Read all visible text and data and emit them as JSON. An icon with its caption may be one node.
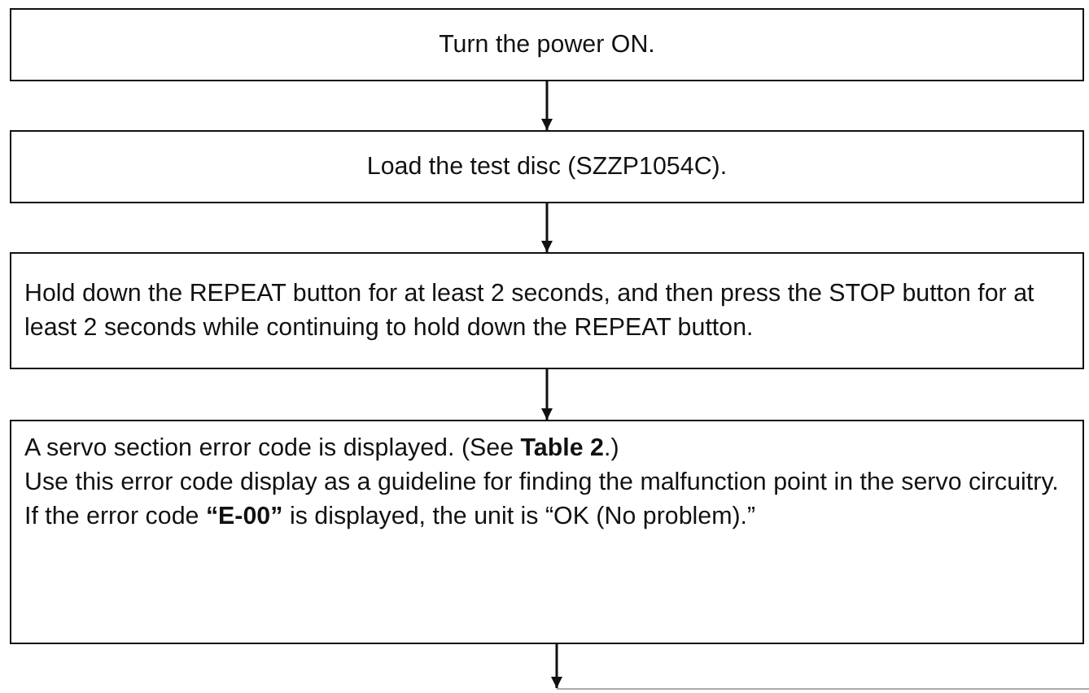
{
  "diagram": {
    "nodes": [
      {
        "text": [
          "Turn the power ON."
        ]
      },
      {
        "text": [
          "Load the test disc (SZZP1054C)."
        ]
      },
      {
        "text": [
          "Hold down the REPEAT button for at least 2 seconds, and then press the STOP button for at least 2 seconds while continuing to hold down the REPEAT button."
        ]
      },
      {
        "text": [
          "A servo section error code is displayed. (See **Table 2**.)",
          "Use this error code display as a guideline for finding the malfunction point in the servo circuitry. If the error code **“E-00”** is displayed, the unit is “OK (No problem).”"
        ]
      },
      {
        "text": [],
        "shape": "box"
      }
    ],
    "edges": [
      {
        "from": 0,
        "to": 1,
        "arrow": "to"
      },
      {
        "from": 1,
        "to": 2,
        "arrow": "to"
      },
      {
        "from": 2,
        "to": 3,
        "arrow": "to"
      },
      {
        "from": 3,
        "to": 4,
        "arrow": "to"
      }
    ]
  }
}
